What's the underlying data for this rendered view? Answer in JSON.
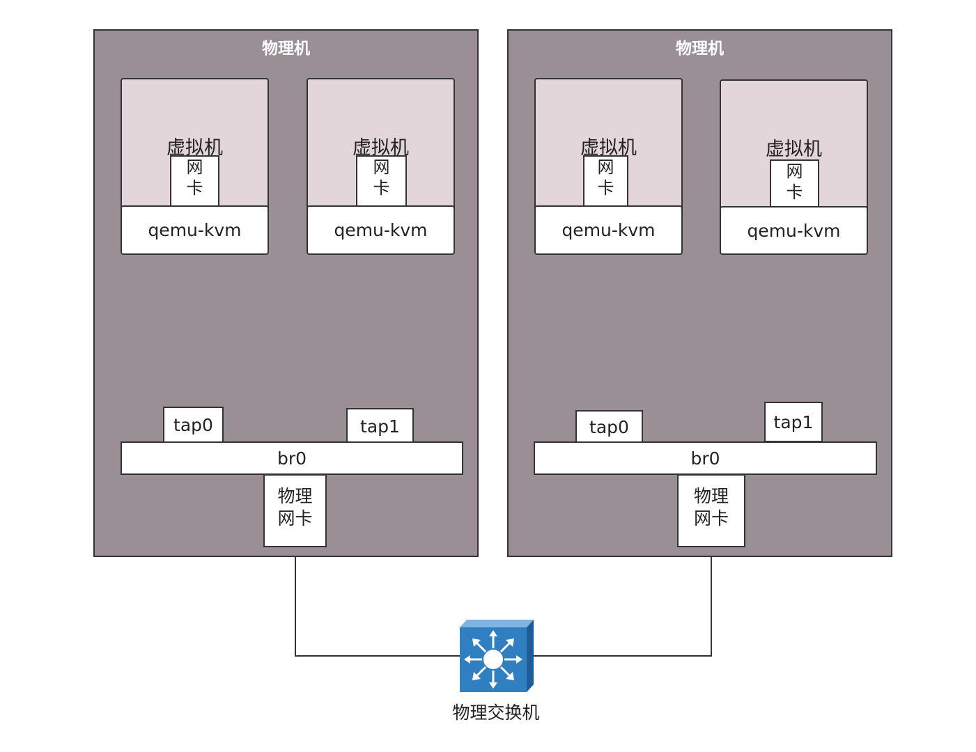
{
  "hosts": [
    {
      "title": "物理机",
      "vms": [
        {
          "title": "虚拟机",
          "nic": [
            "网",
            "卡"
          ],
          "process": "qemu-kvm",
          "tap": "tap0"
        },
        {
          "title": "虚拟机",
          "nic": [
            "网",
            "卡"
          ],
          "process": "qemu-kvm",
          "tap": "tap1"
        }
      ],
      "bridge": "br0",
      "physical_nic": [
        "物理",
        "网卡"
      ]
    },
    {
      "title": "物理机",
      "vms": [
        {
          "title": "虚拟机",
          "nic": [
            "网",
            "卡"
          ],
          "process": "qemu-kvm",
          "tap": "tap0"
        },
        {
          "title": "虚拟机",
          "nic": [
            "网",
            "卡"
          ],
          "process": "qemu-kvm",
          "tap": "tap1"
        }
      ],
      "bridge": "br0",
      "physical_nic": [
        "物理",
        "网卡"
      ]
    }
  ],
  "switch": {
    "label": "物理交换机",
    "icon": "network-switch-icon",
    "color": "#2f7fc1"
  },
  "colors": {
    "host_bg": "#9a8f95",
    "vm_bg": "#e3d6da",
    "line": "#333333"
  }
}
